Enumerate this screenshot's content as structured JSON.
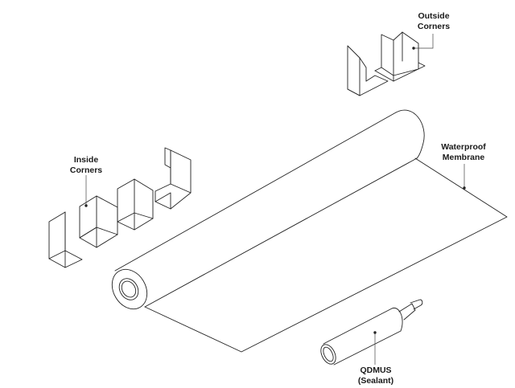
{
  "labels": {
    "outside_corners": [
      "Outside",
      "Corners"
    ],
    "inside_corners": [
      "Inside",
      "Corners"
    ],
    "waterproof_membrane": [
      "Waterproof",
      "Membrane"
    ],
    "sealant": [
      "QDMUS",
      "(Sealant)"
    ]
  }
}
